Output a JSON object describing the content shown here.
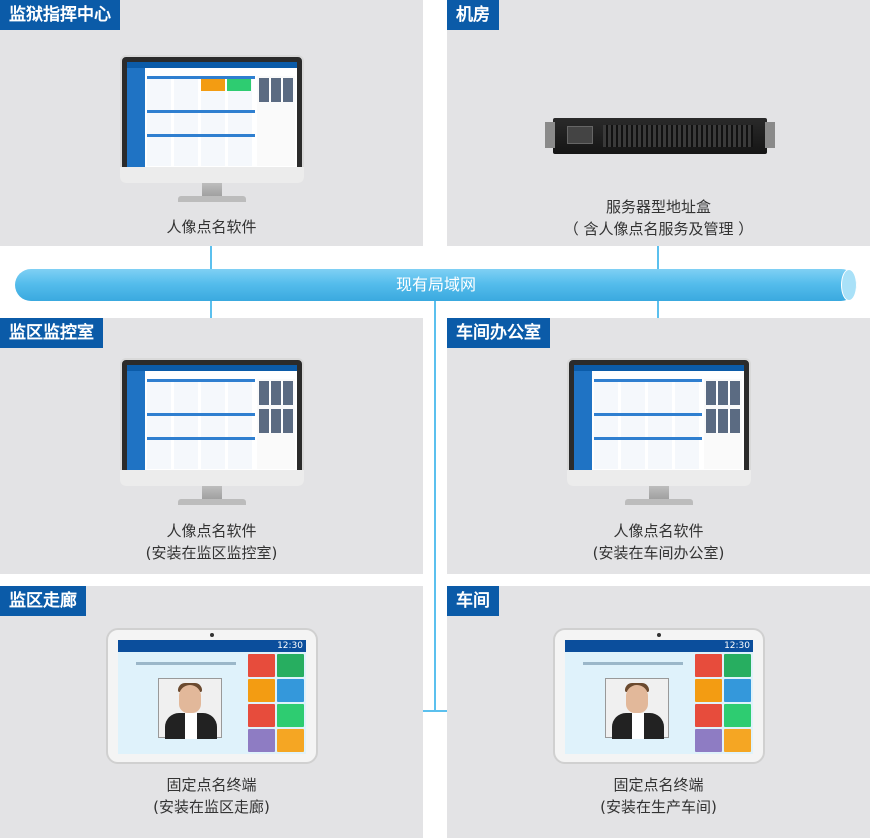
{
  "panels": {
    "command_center": {
      "label": "监狱指挥中心",
      "caption": [
        "人像点名软件"
      ]
    },
    "machine_room": {
      "label": "机房",
      "caption": [
        "服务器型地址盒",
        "（ 含人像点名服务及管理 ）"
      ]
    },
    "monitor_room": {
      "label": "监区监控室",
      "caption": [
        "人像点名软件",
        "(安装在监区监控室)"
      ]
    },
    "workshop_office": {
      "label": "车间办公室",
      "caption": [
        "人像点名软件",
        "(安装在车间办公室)"
      ]
    },
    "corridor": {
      "label": "监区走廊",
      "caption": [
        "固定点名终端",
        "(安装在监区走廊)"
      ]
    },
    "workshop": {
      "label": "车间",
      "caption": [
        "固定点名终端",
        "(安装在生产车间)"
      ]
    }
  },
  "network": {
    "label": "现有局域网"
  },
  "terminal": {
    "clock": "12:30"
  },
  "colors": {
    "tag": "#0b5ba8",
    "pipe": "#5bc0ee",
    "panel": "#e3e3e5",
    "tiles": [
      "#e74c3c",
      "#27ae60",
      "#f39c12",
      "#3498db",
      "#e74c3c",
      "#2ecc71",
      "#8e7cc3",
      "#f5a623"
    ]
  },
  "icons": [
    "monitor-icon",
    "server-icon",
    "tablet-terminal-icon"
  ]
}
